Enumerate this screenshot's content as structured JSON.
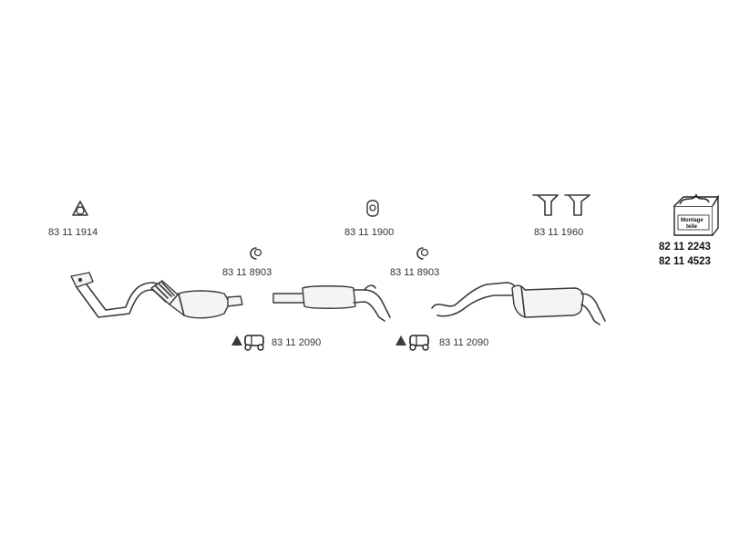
{
  "parts": {
    "gasket_front": "83 11 1914",
    "gasket_mid": "83 11 1900",
    "rubber_mount": "83 11 1960",
    "clamp_1": "83 11 8903",
    "clamp_2": "83 11 8903",
    "hanger_1": "83 11 2090",
    "hanger_2": "83 11 2090"
  },
  "kit": {
    "label_line1": "Montage",
    "label_line2": "teile",
    "number_1": "82 11 2243",
    "number_2": "82 11 4523"
  },
  "icons": {
    "gasket": "ring-gasket-icon",
    "clamp": "pipe-clamp-icon",
    "mount": "rubber-mount-icon",
    "hanger": "rubber-hanger-icon",
    "warning": "triangle-warning-icon",
    "kit": "mounting-kit-box-icon"
  }
}
